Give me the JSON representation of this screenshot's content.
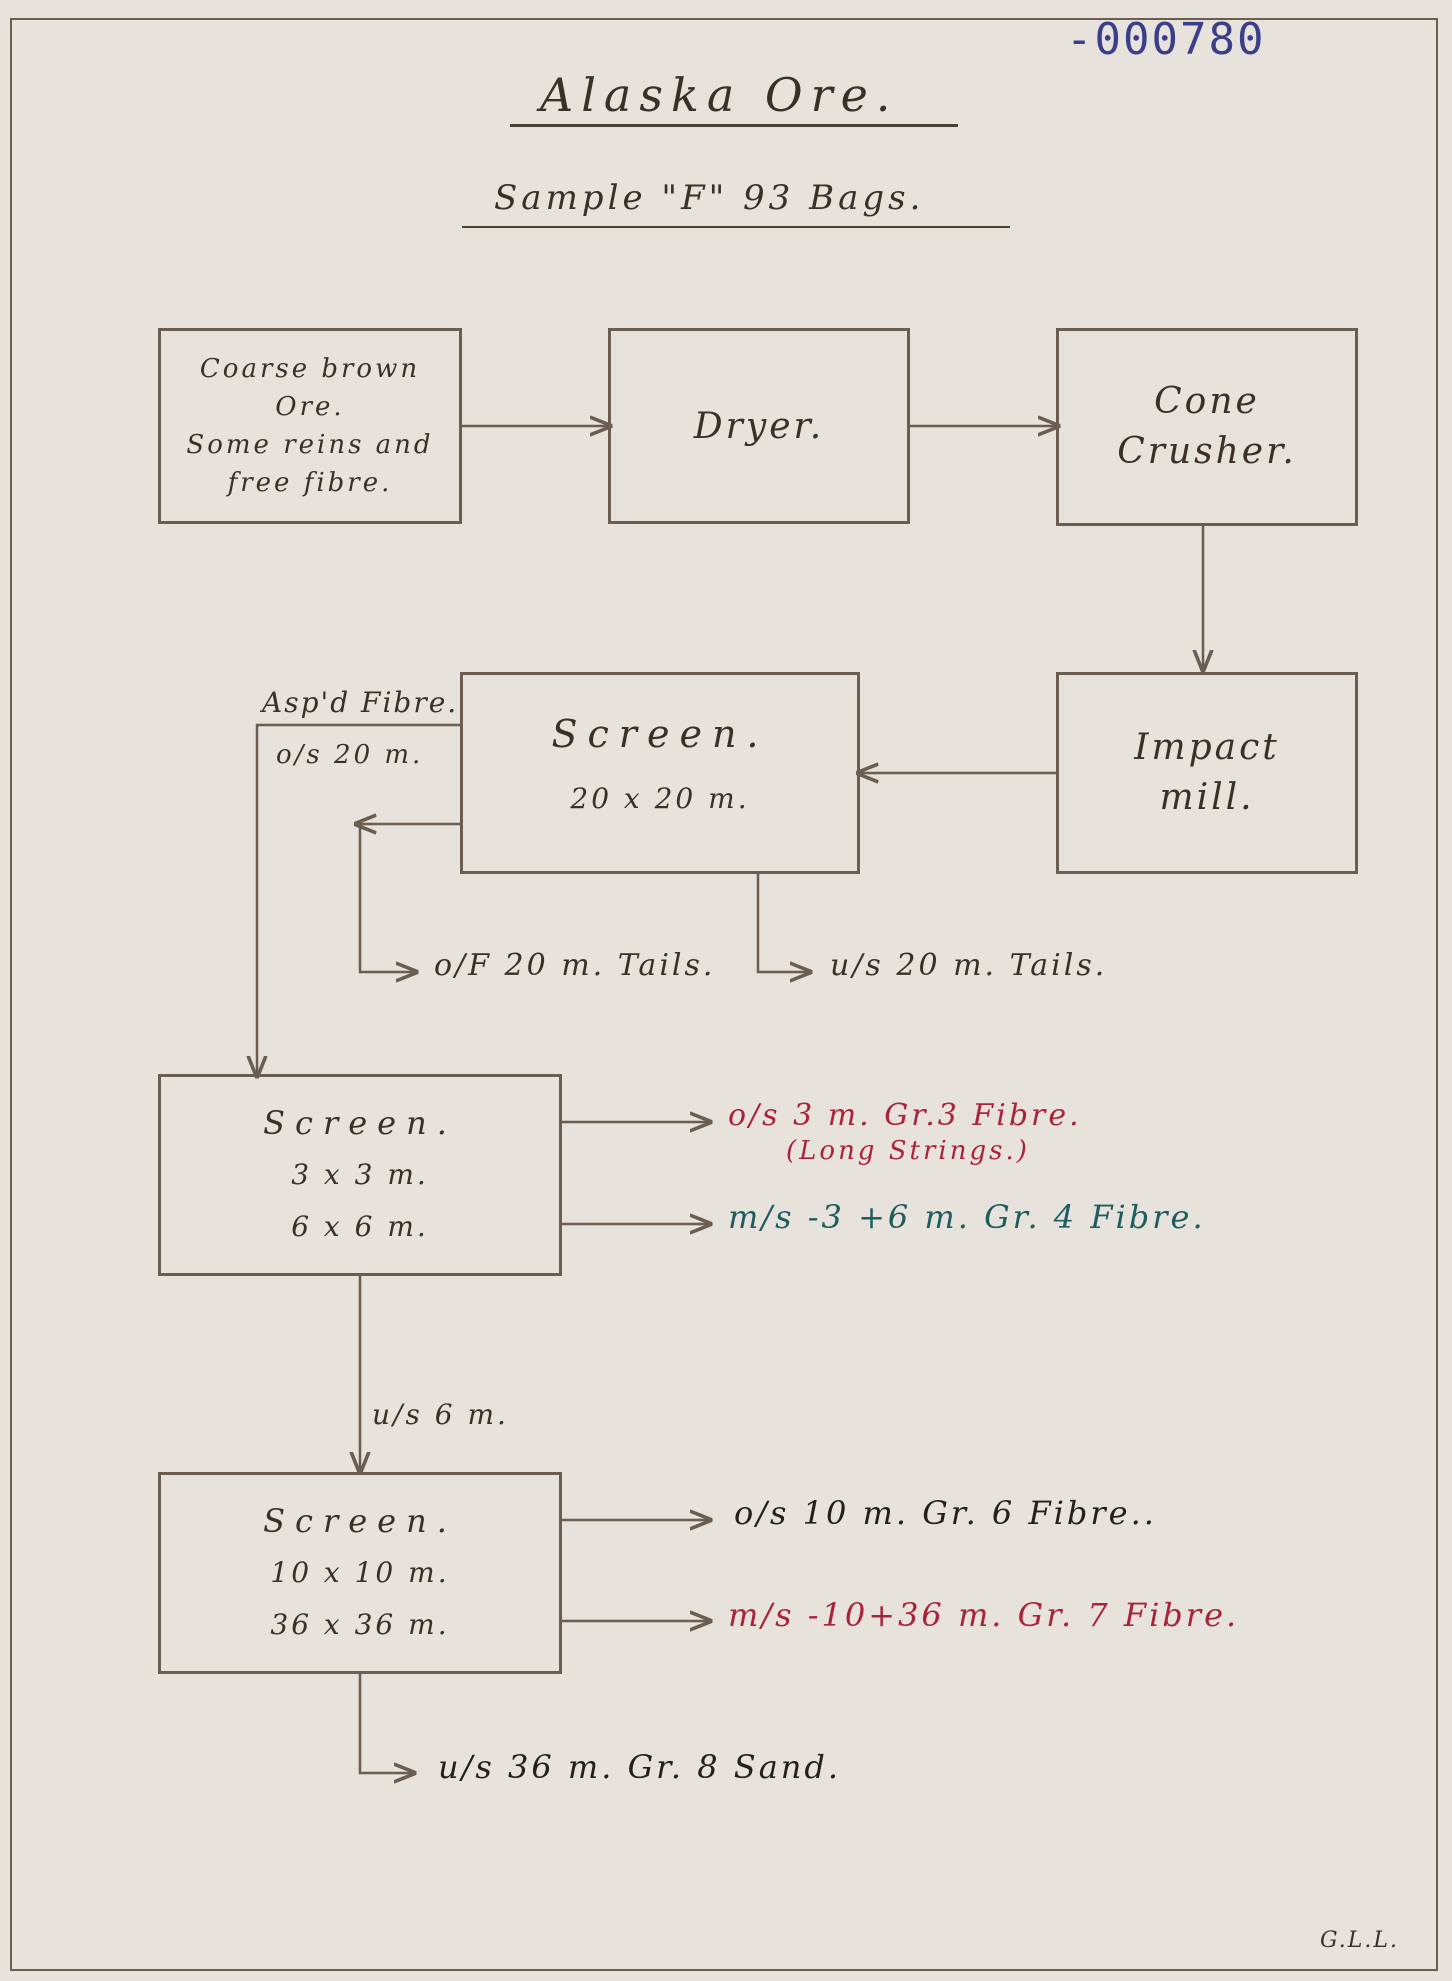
{
  "stamp": "-000780",
  "title": "Alaska Ore.",
  "subtitle": "Sample \"F\" 93 Bags.",
  "boxes": {
    "feed": {
      "lines": [
        "Coarse brown",
        "Ore.",
        "Some reins and",
        "free fibre."
      ]
    },
    "dryer": {
      "lines": [
        "Dryer."
      ]
    },
    "cone_crusher": {
      "lines": [
        "Cone",
        "Crusher."
      ]
    },
    "impact_mill": {
      "lines": [
        "Impact",
        "mill."
      ]
    },
    "screen_20": {
      "lines": [
        "Screen.",
        "20 x 20 m."
      ]
    },
    "screen_3_6": {
      "lines": [
        "Screen.",
        "3 x 3 m.",
        "6 x 6 m."
      ]
    },
    "screen_10_36": {
      "lines": [
        "Screen.",
        "10 x 10 m.",
        "36 x 36 m."
      ]
    }
  },
  "labels": {
    "aspd_fibre": "Asp'd Fibre.",
    "os_20": "o/s 20 m.",
    "of_20_tails": "o/F 20 m. Tails.",
    "us_20_tails": "u/s 20 m. Tails.",
    "os_3": "o/s 3 m. Gr.3 Fibre.",
    "long_strings": "(Long Strings.)",
    "ms_3_6": "m/s -3 +6 m. Gr. 4 Fibre.",
    "us_6": "u/s 6 m.",
    "os_10": "o/s 10 m. Gr. 6 Fibre..",
    "ms_10_36": "m/s -10+36 m. Gr. 7 Fibre.",
    "us_36": "u/s 36 m. Gr. 8 Sand.",
    "initials": "G.L.L."
  },
  "colors": {
    "ink": "#3a3028",
    "line": "#6b5d4f",
    "red_ink": "#a8243a",
    "teal_ink": "#1f5c5e",
    "blue_ink": "#2a3d8a",
    "paper": "#e7e2dc"
  }
}
